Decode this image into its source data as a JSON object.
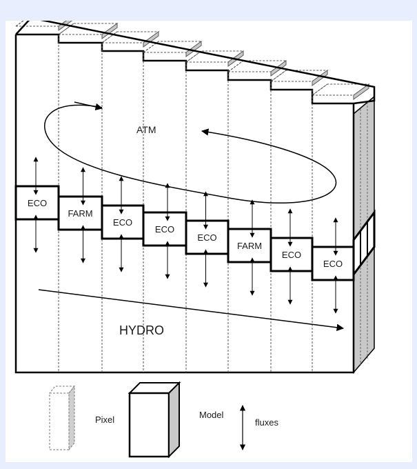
{
  "diagram": {
    "labels": {
      "atm": "ATM",
      "hydro": "HYDRO"
    },
    "compartments": [
      "ECO",
      "FARM",
      "ECO",
      "ECO",
      "ECO",
      "FARM",
      "ECO",
      "ECO"
    ],
    "legend": {
      "pixel": "Pixel",
      "model": "Model",
      "fluxes": "fluxes"
    },
    "colors": {
      "background": "#e8eefd",
      "panel": "#ffffff",
      "stroke": "#000000",
      "side_shade": "#c8c8c8",
      "dashed": "#555555"
    }
  }
}
